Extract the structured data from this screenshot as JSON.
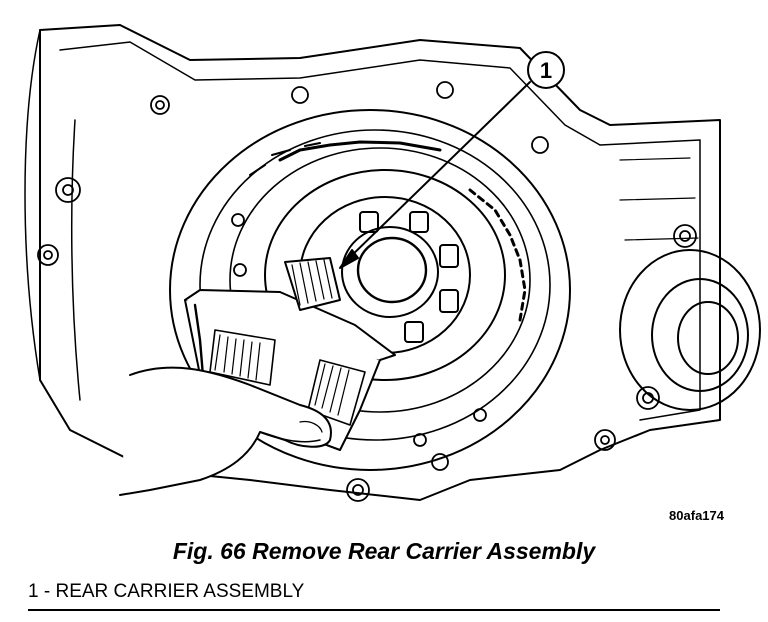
{
  "figure": {
    "callout": {
      "number": "1"
    },
    "reference_id": "80afa174",
    "caption": "Fig. 66 Remove Rear Carrier Assembly",
    "legend": [
      {
        "number": "1",
        "separator": "-",
        "label": "REAR CARRIER ASSEMBLY"
      }
    ],
    "colors": {
      "ink": "#000000",
      "paper": "#ffffff"
    }
  }
}
